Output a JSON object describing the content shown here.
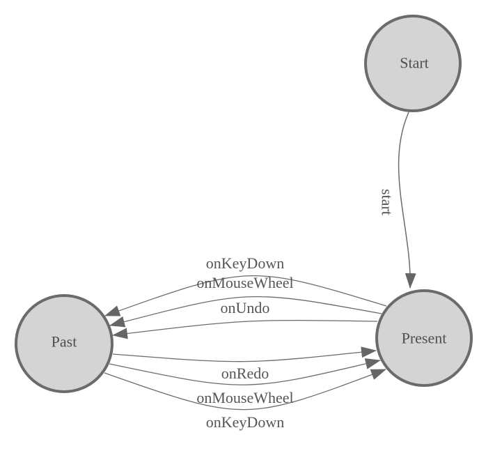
{
  "diagram": {
    "type": "state-machine",
    "nodes": [
      {
        "id": "start",
        "label": "Start"
      },
      {
        "id": "present",
        "label": "Present"
      },
      {
        "id": "past",
        "label": "Past"
      }
    ],
    "edges": [
      {
        "from": "Start",
        "to": "Present",
        "label": "start"
      },
      {
        "from": "Present",
        "to": "Past",
        "label": "onKeyDown"
      },
      {
        "from": "Present",
        "to": "Past",
        "label": "onMouseWheel"
      },
      {
        "from": "Present",
        "to": "Past",
        "label": "onUndo"
      },
      {
        "from": "Past",
        "to": "Present",
        "label": "onRedo"
      },
      {
        "from": "Past",
        "to": "Present",
        "label": "onMouseWheel"
      },
      {
        "from": "Past",
        "to": "Present",
        "label": "onKeyDown"
      }
    ],
    "colors": {
      "background": "#ffffff",
      "node_fill": "#d4d4d4",
      "node_border": "#6b6b6b",
      "edge_line": "#6b6b6b",
      "arrowhead": "#666666",
      "label_text": "#4f4f4f"
    }
  }
}
